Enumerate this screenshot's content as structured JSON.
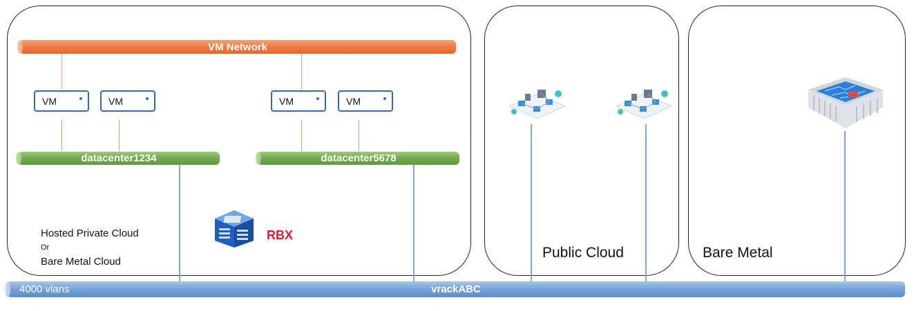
{
  "panels": {
    "hosted": {
      "line1": "Hosted Private Cloud",
      "line2": "Or",
      "line3": "Bare Metal Cloud"
    },
    "public_cloud": {
      "label": "Public Cloud"
    },
    "bare_metal": {
      "label": "Bare Metal"
    }
  },
  "networks": {
    "vm_network": "VM Network",
    "dc1": "datacenter1234",
    "dc2": "datacenter5678",
    "vrack": "vrackABC",
    "vlans": "4000 vlans"
  },
  "vms": [
    "VM",
    "VM",
    "VM",
    "VM"
  ],
  "location": {
    "label": "RBX"
  },
  "icons": {
    "rbx": "datacenter-building-icon",
    "cloud1": "cloud-infrastructure-icon",
    "cloud2": "cloud-infrastructure-icon",
    "server": "bare-metal-server-icon"
  },
  "colors": {
    "vm_network": "#ee7d45",
    "datacenter": "#74ad4f",
    "vrack": "#5a8ec8",
    "rbx": "#e8192c"
  }
}
